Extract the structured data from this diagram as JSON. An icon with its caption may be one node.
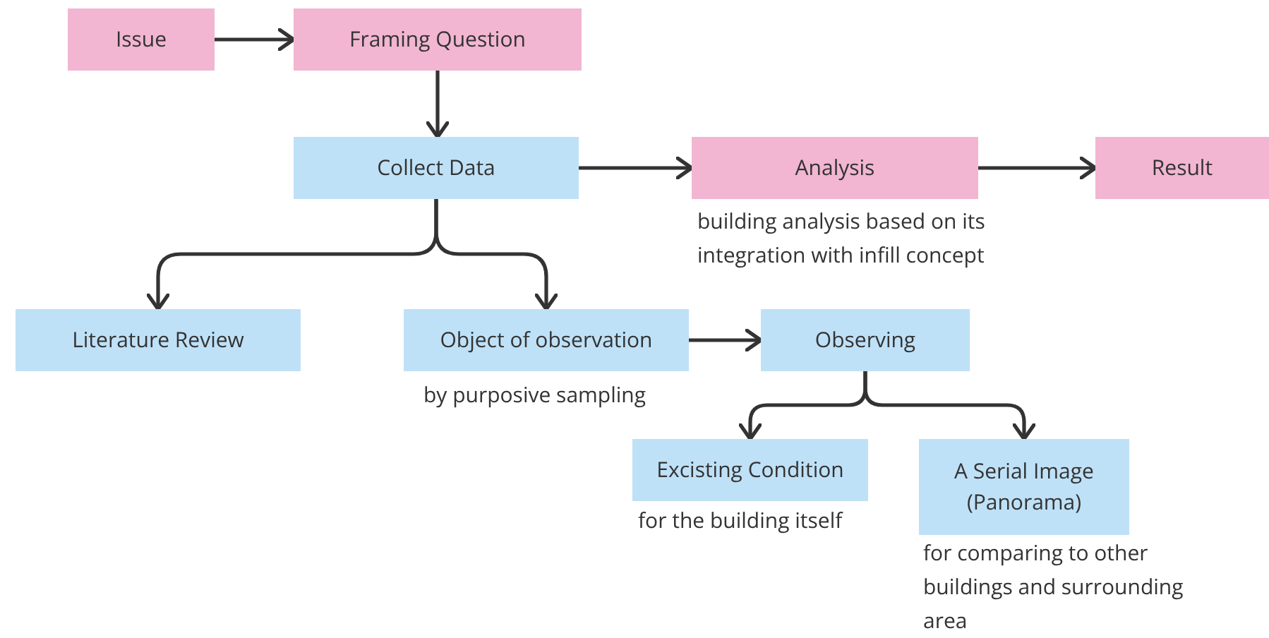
{
  "diagram": {
    "nodes": [
      {
        "text": [
          "Issue"
        ]
      },
      {
        "text": [
          "Framing Question"
        ]
      },
      {
        "text": [
          "Collect Data"
        ]
      },
      {
        "text": [
          "Analysis"
        ],
        "beside": [
          "building analysis based on its integration with infill concept"
        ]
      },
      {
        "text": [
          "Result"
        ]
      },
      {
        "text": [
          "Literature Review"
        ]
      },
      {
        "text": [
          "Object of observation"
        ],
        "beside": [
          "by purposive sampling"
        ]
      },
      {
        "text": [
          "Observing"
        ]
      },
      {
        "text": [
          "Excisting Condition"
        ],
        "beside": [
          "for the building itself"
        ]
      },
      {
        "text": [
          "A Serial Image (Panorama)"
        ],
        "beside": [
          "for comparing to other buildings and surrounding area"
        ]
      }
    ],
    "edges": [
      {
        "from": 0,
        "to": 1,
        "arrow": "to"
      },
      {
        "from": 1,
        "to": 2,
        "arrow": "to"
      },
      {
        "from": 2,
        "to": 3,
        "arrow": "to"
      },
      {
        "from": 3,
        "to": 4,
        "arrow": "to"
      },
      {
        "from": 2,
        "to": 5,
        "arrow": "to"
      },
      {
        "from": 2,
        "to": 6,
        "arrow": "to"
      },
      {
        "from": 6,
        "to": 7,
        "arrow": "to"
      },
      {
        "from": 7,
        "to": 8,
        "arrow": "to"
      },
      {
        "from": 7,
        "to": 9,
        "arrow": "to"
      }
    ]
  }
}
